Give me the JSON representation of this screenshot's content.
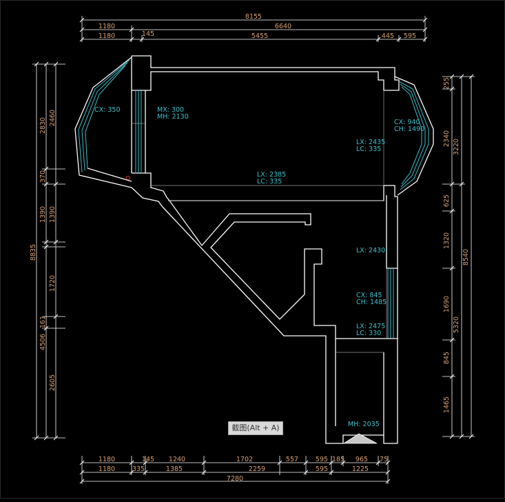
{
  "dimensions": {
    "top": {
      "overall": "8155",
      "row2_left": "1180",
      "row2_right": "6640",
      "row3": [
        "1180",
        "145",
        "5455",
        "445",
        "595"
      ]
    },
    "bottom": {
      "row1": [
        "1180",
        "145",
        "1240",
        "1702",
        "557",
        "595",
        "185",
        "965",
        "75"
      ],
      "row2": [
        "1180",
        "335",
        "1385",
        "2259",
        "595",
        "1225"
      ],
      "overall": "7280"
    },
    "left": {
      "inner": [
        "2460",
        "1390",
        "1720",
        "2605"
      ],
      "middle": [
        "2830",
        "370",
        "1390",
        "161",
        "4506"
      ],
      "overall": "8835"
    },
    "right": {
      "inner": [
        "255",
        "2340",
        "625",
        "1320",
        "1690",
        "845",
        "1465"
      ],
      "middle": [
        "3220",
        "5320"
      ],
      "overall": "8540"
    }
  },
  "labels": {
    "cx_left": "CX: 350",
    "mx": "MX: 300",
    "mh_top": "MH: 2130",
    "lx_center": "LX: 2385",
    "lc_center": "LC: 335",
    "lx_right_top": "LX: 2435",
    "lc_right_top": "LC: 335",
    "cx_right": "CX: 940",
    "ch_right": "CH: 1490",
    "lx_right_mid": "LX: 2430",
    "cx_mid": "CX: 845",
    "ch_mid": "CH: 1485",
    "lx_right_low": "LX: 2475",
    "lc_right_low": "LC: 330",
    "mh_bottom": "MH: 2035"
  },
  "tooltip": "截图(Alt + A)",
  "colors": {
    "background": "#000000",
    "walls": "#ffffff",
    "dimension_text": "#d8a070",
    "annotation_text": "#3fc0cc"
  }
}
